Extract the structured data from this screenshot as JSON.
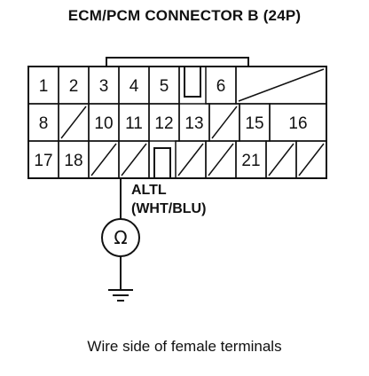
{
  "title": "ECM/PCM CONNECTOR B (24P)",
  "caption": "Wire side of female terminals",
  "wire": {
    "name": "ALTL",
    "color": "(WHT/BLU)"
  },
  "meter": {
    "symbol": "Ω"
  },
  "connector": {
    "rows": [
      [
        {
          "label": "1"
        },
        {
          "label": "2"
        },
        {
          "label": "3"
        },
        {
          "label": "4"
        },
        {
          "label": "5"
        },
        {
          "gap": true
        },
        {
          "label": "6"
        },
        {
          "empty": true
        }
      ],
      [
        {
          "label": "8"
        },
        {
          "empty": true
        },
        {
          "label": "10",
          "probe": true
        },
        {
          "label": "11"
        },
        {
          "label": "12"
        },
        {
          "label": "13"
        },
        {
          "empty": true
        },
        {
          "label": "15"
        },
        {
          "label": "16"
        }
      ],
      [
        {
          "label": "17"
        },
        {
          "label": "18"
        },
        {
          "empty": true
        },
        {
          "empty": true
        },
        {
          "gap": true
        },
        {
          "empty": true
        },
        {
          "empty": true
        },
        {
          "label": "21"
        },
        {
          "empty": true
        },
        {
          "empty": true
        }
      ]
    ]
  }
}
